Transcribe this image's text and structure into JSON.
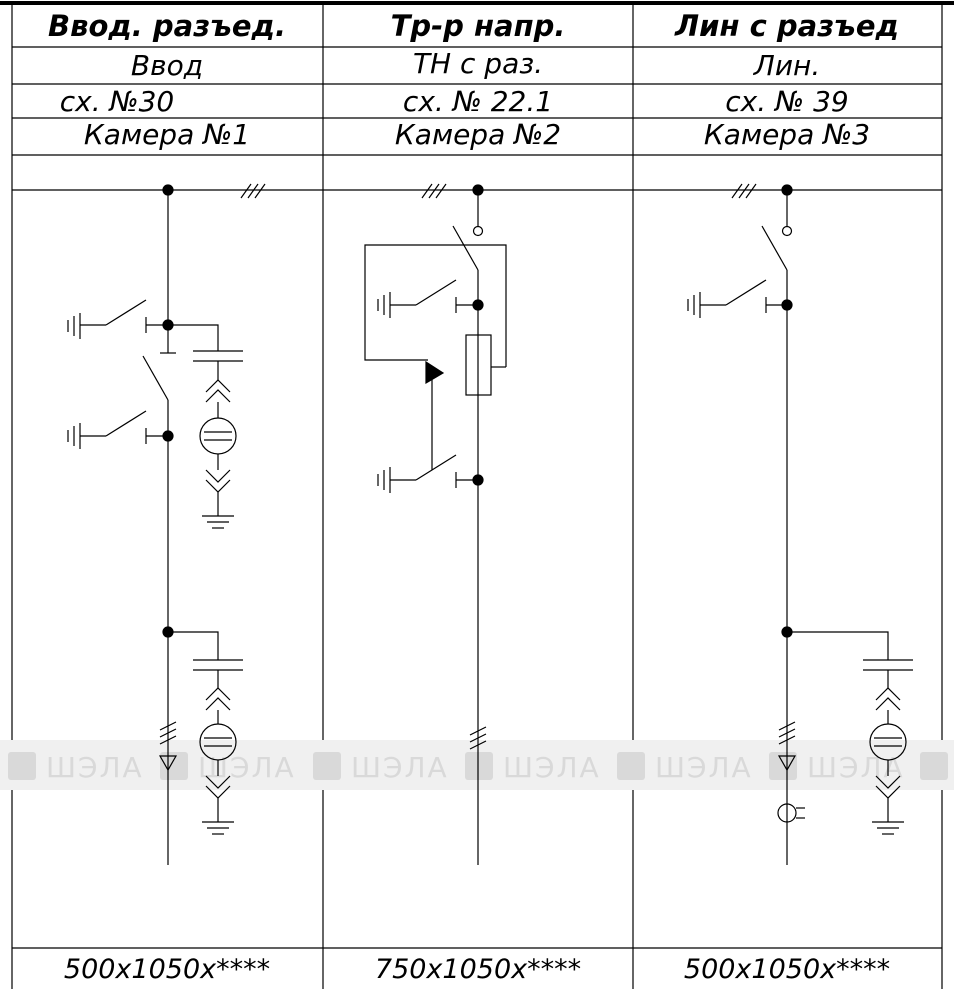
{
  "columns": [
    {
      "title": "Ввод. разъед.",
      "function": "Ввод",
      "scheme": "сх. №30",
      "chamber": "Камера №1",
      "dimensions": "500x1050x****"
    },
    {
      "title": "Тр-р напр.",
      "function": "ТН с раз.",
      "scheme": "сх. № 22.1",
      "chamber": "Камера №2",
      "dimensions": "750x1050x****"
    },
    {
      "title": "Лин с разъед",
      "function": "Лин.",
      "scheme": "сх. № 39",
      "chamber": "Камера №3",
      "dimensions": "500x1050x****"
    }
  ],
  "watermark": {
    "text": "ШЭЛА",
    "logo_icon": "shela-logo-icon"
  }
}
